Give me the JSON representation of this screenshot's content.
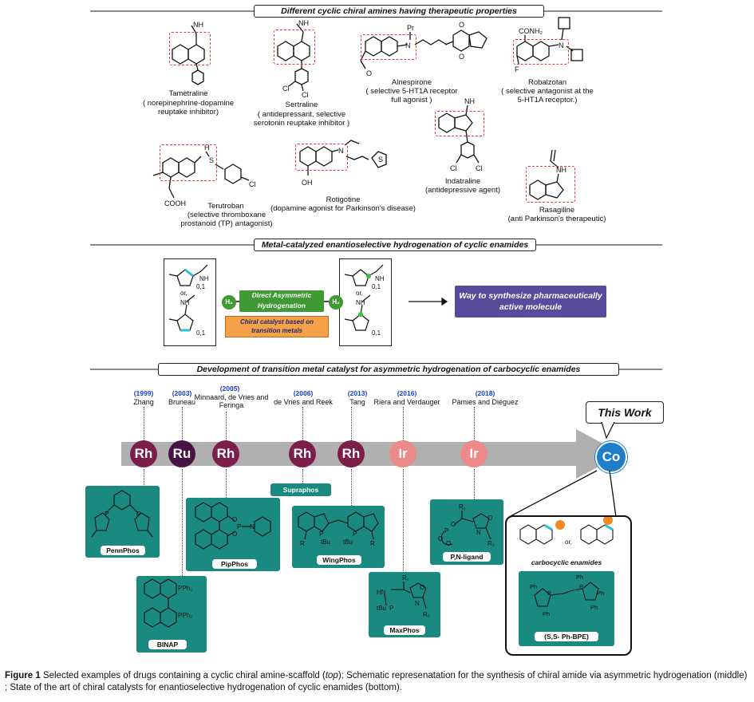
{
  "section1": {
    "title": "Different cyclic chiral amines having therapeutic properties"
  },
  "drugs": [
    {
      "name": "Tametraline",
      "desc": "( norepinephrine-dopamine reuptake inhibitor)"
    },
    {
      "name": "Sertraline",
      "desc": "( antidepressant, selective serotonin reuptake inhibitor )"
    },
    {
      "name": "Alnespirone",
      "desc": "( selective 5-HT1A receptor full agonist )"
    },
    {
      "name": "Robalzotan",
      "desc": "( selective antagonist at the 5-HT1A receptor.)"
    },
    {
      "name": "Terutroban",
      "desc": "(selective thromboxane prostanoid (TP) antagonist)"
    },
    {
      "name": "Rotigotine",
      "desc": "(dopamine agonist for Parkinson's disease)"
    },
    {
      "name": "Indatraline",
      "desc": "(antidepressive agent)"
    },
    {
      "name": "Rasagiline",
      "desc": "(anti Parkinson's therapeutic)"
    }
  ],
  "atoms": {
    "nh": "NH",
    "n": "N",
    "pr": "Pr",
    "o": "O",
    "cl": "Cl",
    "f": "F",
    "oh": "OH",
    "h": "H",
    "s": "S",
    "conh2": "CONH₂",
    "cooh": "COOH",
    "or": "or,",
    "sub01": "0,1"
  },
  "section2": {
    "title": "Metal-catalyzed enantioselective hydrogenation of cyclic enamides",
    "h2": "H₂",
    "dah": "Direct Asymmetric Hydrogenation",
    "catalyst": "Chiral catalyst based on transition metals",
    "way": "Way to synthesize pharmaceutically active molecule"
  },
  "section3": {
    "title": "Development of transition metal catalyst for asymmetric hydrogenation of carbocyclic enamides"
  },
  "timeline": [
    {
      "year": "(1999)",
      "author": "Zhang",
      "metal": "Rh",
      "color": "#7d1d4a"
    },
    {
      "year": "(2003)",
      "author": "Bruneau",
      "metal": "Ru",
      "color": "#4a1346"
    },
    {
      "year": "(2005)",
      "author": "Minnaard, de Vries and Feringa",
      "metal": "Rh",
      "color": "#7d1d4a"
    },
    {
      "year": "(2006)",
      "author": "de Vries and Reek",
      "metal": "Rh",
      "color": "#7d1d4a"
    },
    {
      "year": "(2013)",
      "author": "Tang",
      "metal": "Rh",
      "color": "#7d1d4a"
    },
    {
      "year": "(2016)",
      "author": "Riera and Verdauger",
      "metal": "Ir",
      "color": "#ec8a8a"
    },
    {
      "year": "(2018)",
      "author": "Pàmies and Diéguez",
      "metal": "Ir",
      "color": "#ec8a8a"
    }
  ],
  "this_work": {
    "label": "This Work",
    "metal": "Co",
    "color": "#1e7fc8",
    "enamides": "carbocyclic enamides",
    "ligand": "(S,S- Ph-BPE)"
  },
  "ligands": [
    "PennPhos",
    "BINAP",
    "PipPhos",
    "Supraphos",
    "WingPhos",
    "MaxPhos",
    "P,N-ligand"
  ],
  "caption": {
    "bold": "Figure 1",
    "p1": " Selected examples of drugs containing a cyclic chiral amine-scaffold (",
    "top": "top",
    "p2": "); Schematic represenatation for the synthesis of chiral amide via asymmetric hydrogenation (middle) ; State of the art of chiral catalysts for enantioselective hydrogenation of cyclic enamides (bottom)."
  }
}
